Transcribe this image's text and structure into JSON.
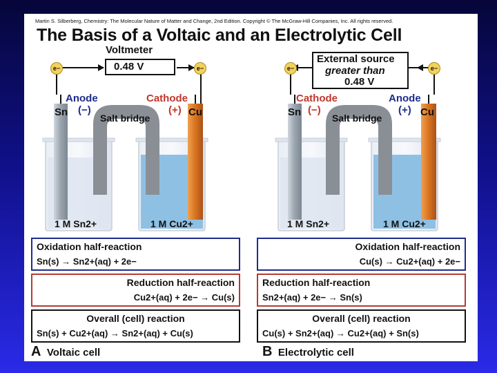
{
  "copyright": "Martin S. Silberberg, Chemistry: The Molecular Nature of Matter and Change, 2nd Edition. Copyright © The McGraw-Hill Companies, Inc. All rights reserved.",
  "title": "The Basis of a Voltaic and an Electrolytic Cell",
  "electron_label": "e−",
  "voltaic": {
    "meter_title": "Voltmeter",
    "meter_value": "0.48 V",
    "left_electrode_role": "Anode",
    "left_electrode_sign": "(−)",
    "left_electrode_metal": "Sn",
    "right_electrode_role": "Cathode",
    "right_electrode_sign": "(+)",
    "right_electrode_metal": "Cu",
    "salt_bridge": "Salt bridge",
    "left_solution": "1 M Sn2+",
    "right_solution": "1 M Cu2+",
    "oxidation_title": "Oxidation half-reaction",
    "oxidation_eq": "Sn(s) → Sn2+(aq) + 2e−",
    "reduction_title": "Reduction half-reaction",
    "reduction_eq": "Cu2+(aq) + 2e− → Cu(s)",
    "overall_title": "Overall (cell) reaction",
    "overall_eq": "Sn(s) + Cu2+(aq) → Sn2+(aq) + Cu(s)",
    "letter": "A",
    "name": "Voltaic cell"
  },
  "electrolytic": {
    "source_line1": "External source",
    "source_line2": "greater than",
    "source_line3": "0.48 V",
    "left_electrode_role": "Cathode",
    "left_electrode_sign": "(−)",
    "left_electrode_metal": "Sn",
    "right_electrode_role": "Anode",
    "right_electrode_sign": "(+)",
    "right_electrode_metal": "Cu",
    "salt_bridge": "Salt bridge",
    "left_solution": "1 M Sn2+",
    "right_solution": "1 M Cu2+",
    "oxidation_title": "Oxidation half-reaction",
    "oxidation_eq": "Cu(s) → Cu2+(aq) + 2e−",
    "reduction_title": "Reduction half-reaction",
    "reduction_eq": "Sn2+(aq) + 2e− → Sn(s)",
    "overall_title": "Overall (cell) reaction",
    "overall_eq": "Cu(s) + Sn2+(aq) → Cu2+(aq) + Sn(s)",
    "letter": "B",
    "name": "Electrolytic cell"
  },
  "colors": {
    "anode_blue": "#1d2c8a",
    "cathode_red": "#c0362b",
    "copper": "#d9731f",
    "tin": "#9aa4ae",
    "cu_solution": "#8ec0e4",
    "sn_solution": "#dfe6f1",
    "electron_gold": "#f1d25b"
  }
}
